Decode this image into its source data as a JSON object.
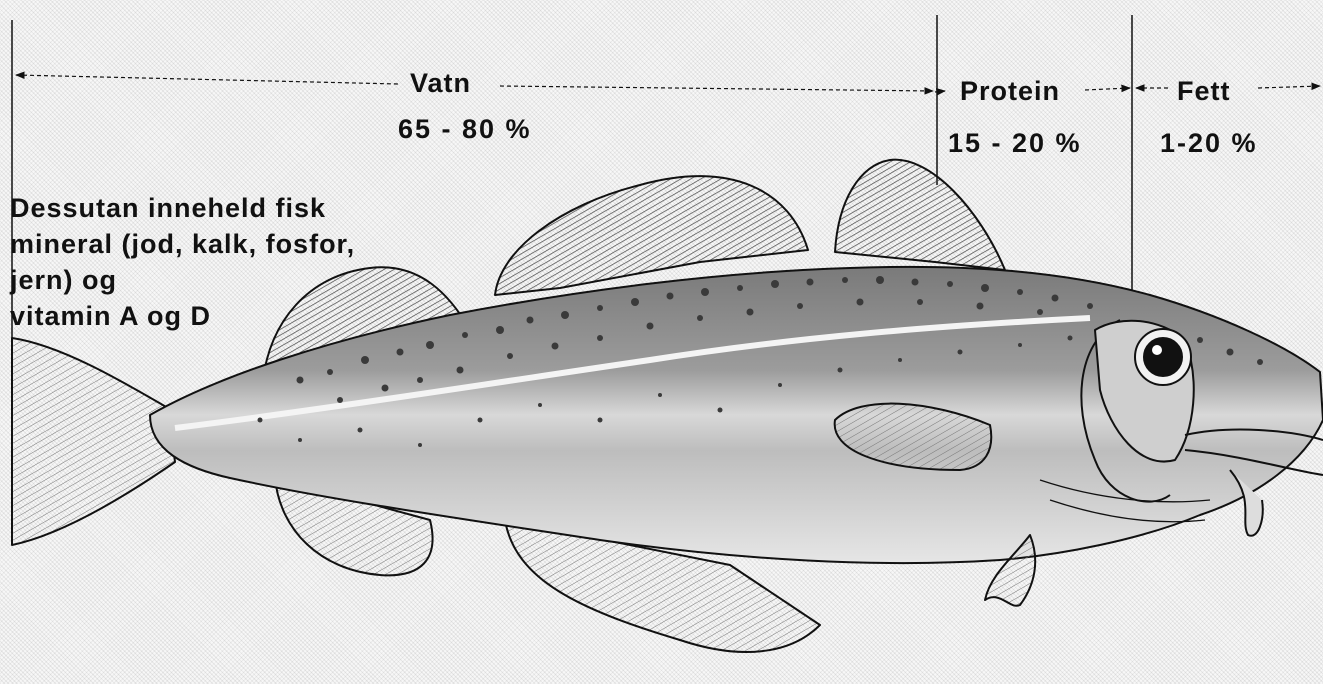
{
  "segments": [
    {
      "label": "Vatn",
      "range": "65 - 80 %"
    },
    {
      "label": "Protein",
      "range": "15 - 20 %"
    },
    {
      "label": "Fett",
      "range": "1-20 %"
    }
  ],
  "note": {
    "lines": [
      "Dessutan  inneheld  fisk",
      "mineral (jod, kalk, fosfor,",
      "jern)    og",
      "vitamin  A og D"
    ]
  },
  "colors": {
    "line": "#111111",
    "fin_fill": "#8e8e8e",
    "body_back": "#8a8a8a",
    "body_belly": "#dcdcdc",
    "spots": "#3a3a3a"
  },
  "icons": [
    "cod-fish-illustration"
  ]
}
